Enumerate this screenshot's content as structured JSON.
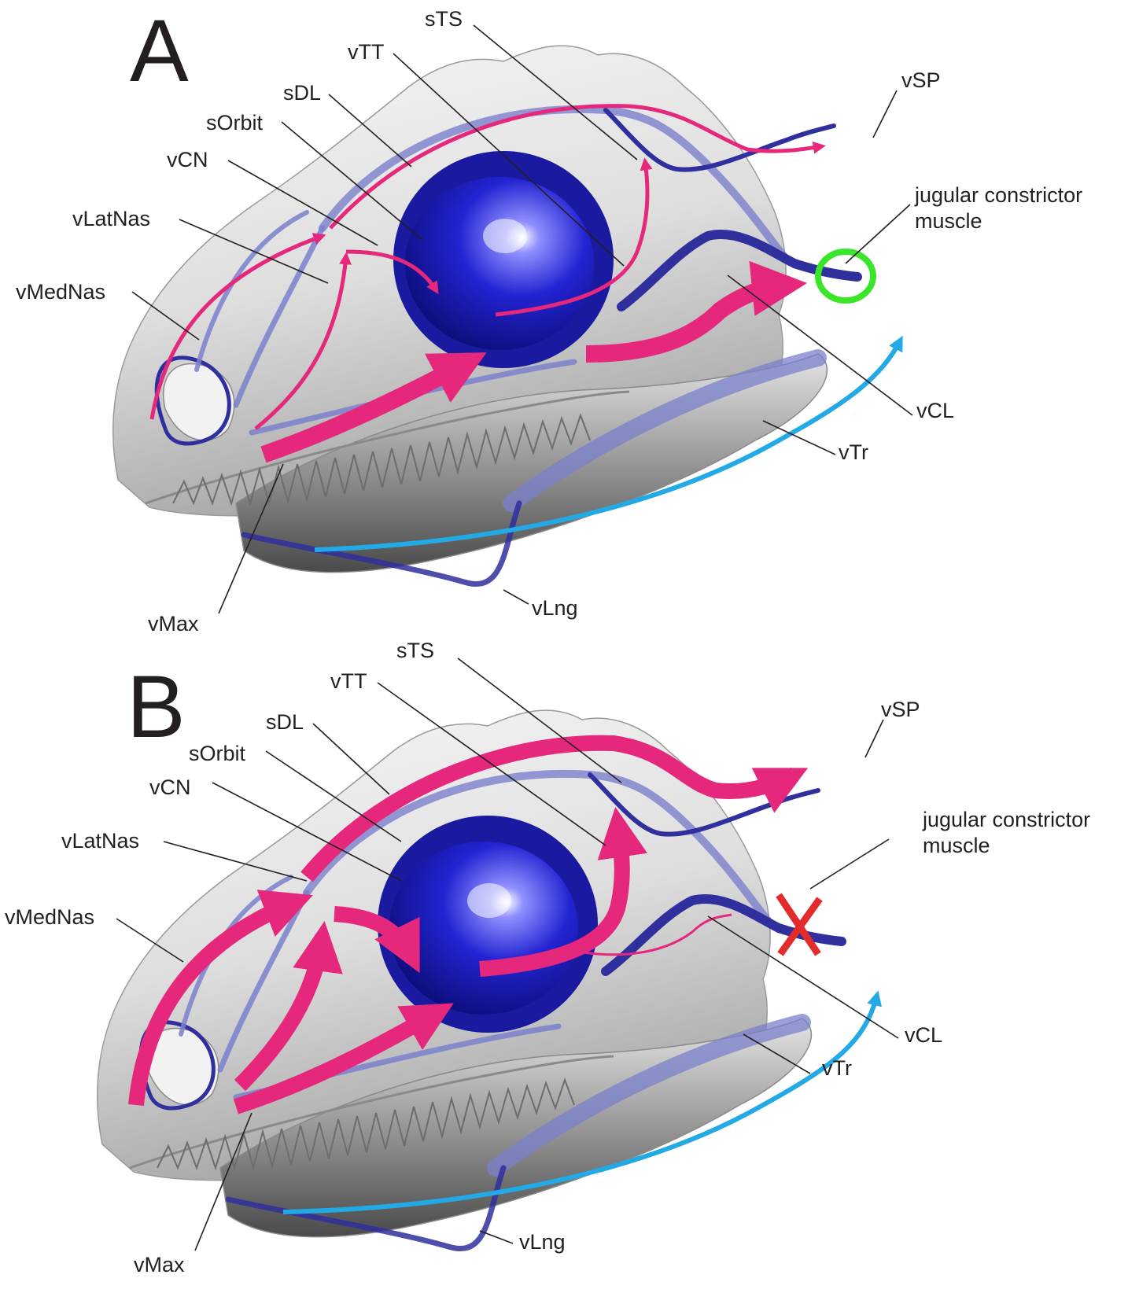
{
  "colors": {
    "flow_arrow": "#e6287d",
    "lingual_flow_arrow": "#22a9e6",
    "vein": "#2f2f9e",
    "vein_translucent": "#7a80cc",
    "eye": "#2323d2",
    "skull": "#e3e3e3",
    "open_marker": "#39e62a",
    "closed_marker": "#e22b2b"
  },
  "icons": {
    "open_marker": "green-circle",
    "closed_marker": "red-x"
  },
  "panels": [
    {
      "letter": "A",
      "labels": {
        "sTS": "sTS",
        "vTT": "vTT",
        "sDL": "sDL",
        "sOrbit": "sOrbit",
        "vCN": "vCN",
        "vLatNas": "vLatNas",
        "vMedNas": "vMedNas",
        "vSP": "vSP",
        "jugular_1": "jugular constrictor",
        "jugular_2": "muscle",
        "vCL": "vCL",
        "vTr": "vTr",
        "vMax": "vMax",
        "vLng": "vLng"
      }
    },
    {
      "letter": "B",
      "labels": {
        "sTS": "sTS",
        "vTT": "vTT",
        "sDL": "sDL",
        "sOrbit": "sOrbit",
        "vCN": "vCN",
        "vLatNas": "vLatNas",
        "vMedNas": "vMedNas",
        "vSP": "vSP",
        "jugular_1": "jugular constrictor",
        "jugular_2": "muscle",
        "vCL": "vCL",
        "vTr": "vTr",
        "vMax": "vMax",
        "vLng": "vLng"
      }
    }
  ]
}
